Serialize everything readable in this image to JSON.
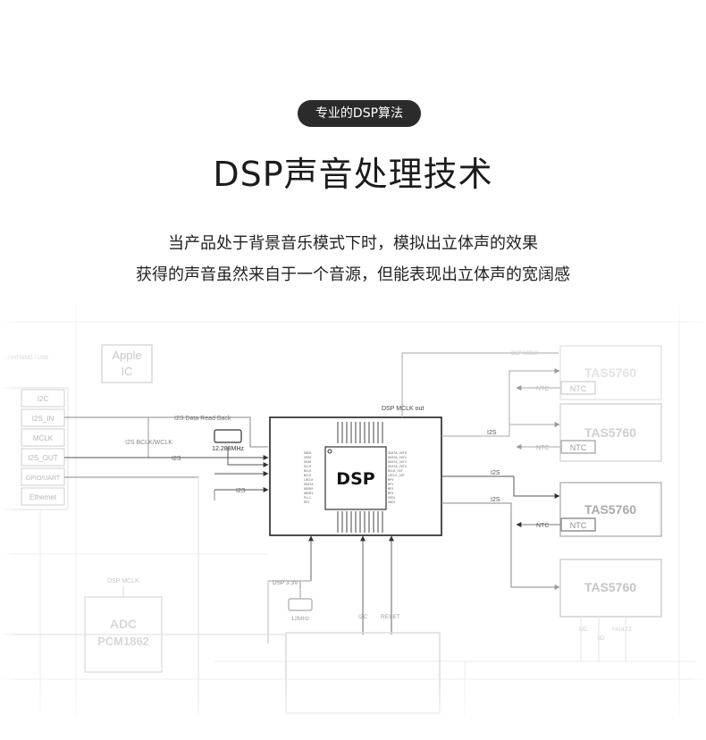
{
  "header": {
    "badge": "专业的DSP算法",
    "title": "DSP声音处理技术",
    "description_line1": "当产品处于背景音乐模式下时，模拟出立体声的效果",
    "description_line2": "获得的声音虽然来自于一个音源，但能表现出立体声的宽阔感"
  },
  "diagram": {
    "apple_ic": "Apple\nIC",
    "apple_sub": "LIGHTNING / USB",
    "interfaces": [
      "I2C",
      "I2S_IN",
      "MCLK",
      "I2S_OUT",
      "GPIO/UART",
      "Ethernet"
    ],
    "i2s_read_back": "I2S Data Read Back",
    "i2s_bclk": "I2S BCLK/WCLK",
    "i2s": "I2S",
    "crystal": "12.288MHz",
    "dsp_mclk_out": "DSP MCLK out",
    "dsp_label": "DSP",
    "dsp_power": "DSP 3.3V",
    "crystal2": "12MHz",
    "i2c": "I2C",
    "reset": "RESET",
    "dsp_mclk": "DSP MCLK",
    "adc_title": "ADC",
    "adc_part": "PCM1862",
    "amp_part": "TAS5760",
    "ntc": "NTC",
    "faultz": "FAULTZ",
    "sd": "SD",
    "mclk_top": "DSP MCLK"
  }
}
